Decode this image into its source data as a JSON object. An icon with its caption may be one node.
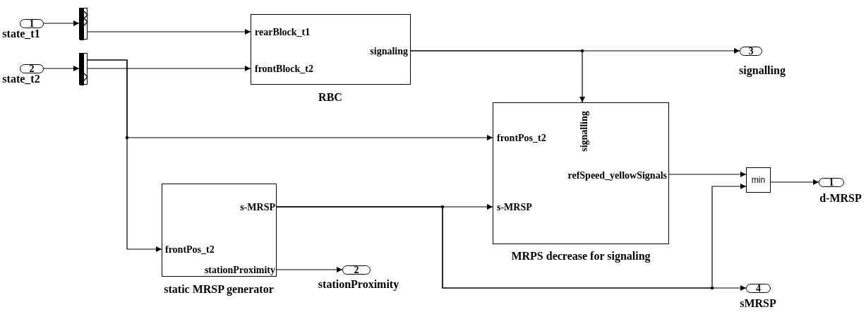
{
  "diagram": {
    "nodes": [
      {
        "text": [
          "1"
        ],
        "beside": [
          "state_t1"
        ]
      },
      {
        "text": [
          "2"
        ],
        "beside": [
          "state_t2"
        ]
      },
      {
        "text": [],
        "shape": "bar"
      },
      {
        "text": [],
        "shape": "bar"
      },
      {
        "text": [
          "rearBlock_t1",
          "frontBlock_t2",
          "signaling"
        ],
        "beside": [
          "RBC"
        ]
      },
      {
        "text": [
          "3"
        ],
        "beside": [
          "signalling"
        ]
      },
      {
        "text": [
          "signalling",
          "frontPos_t2",
          "refSpeed_yellowSignals",
          "s-MRSP"
        ],
        "beside": [
          "MRPS decrease for signaling"
        ]
      },
      {
        "text": [
          "s-MRSP",
          "frontPos_t2",
          "stationProximity"
        ],
        "beside": [
          "static MRSP generator"
        ]
      },
      {
        "text": [
          "2"
        ],
        "beside": [
          "stationProximity"
        ]
      },
      {
        "text": [
          "min"
        ]
      },
      {
        "text": [
          "1"
        ],
        "beside": [
          "d-MRSP"
        ]
      },
      {
        "text": [
          "4"
        ],
        "beside": [
          "sMRSP"
        ]
      }
    ],
    "edges": [
      {
        "from": 0,
        "to": 2,
        "arrow": "to"
      },
      {
        "from": 1,
        "to": 3,
        "arrow": "to"
      },
      {
        "from": 2,
        "to": 4,
        "arrow": "to"
      },
      {
        "from": 3,
        "to": 4,
        "arrow": "to"
      },
      {
        "from": 3,
        "to": 6,
        "arrow": "to"
      },
      {
        "from": 3,
        "to": 7,
        "arrow": "to"
      },
      {
        "from": 4,
        "to": 5,
        "arrow": "to"
      },
      {
        "from": 4,
        "to": 6,
        "arrow": "to"
      },
      {
        "from": 6,
        "to": 9,
        "arrow": "to"
      },
      {
        "from": 7,
        "to": 6,
        "arrow": "to"
      },
      {
        "from": 7,
        "to": 9,
        "arrow": "to"
      },
      {
        "from": 7,
        "to": 11,
        "arrow": "to"
      },
      {
        "from": 7,
        "to": 8,
        "arrow": "to"
      },
      {
        "from": 9,
        "to": 10,
        "arrow": "to"
      }
    ]
  }
}
